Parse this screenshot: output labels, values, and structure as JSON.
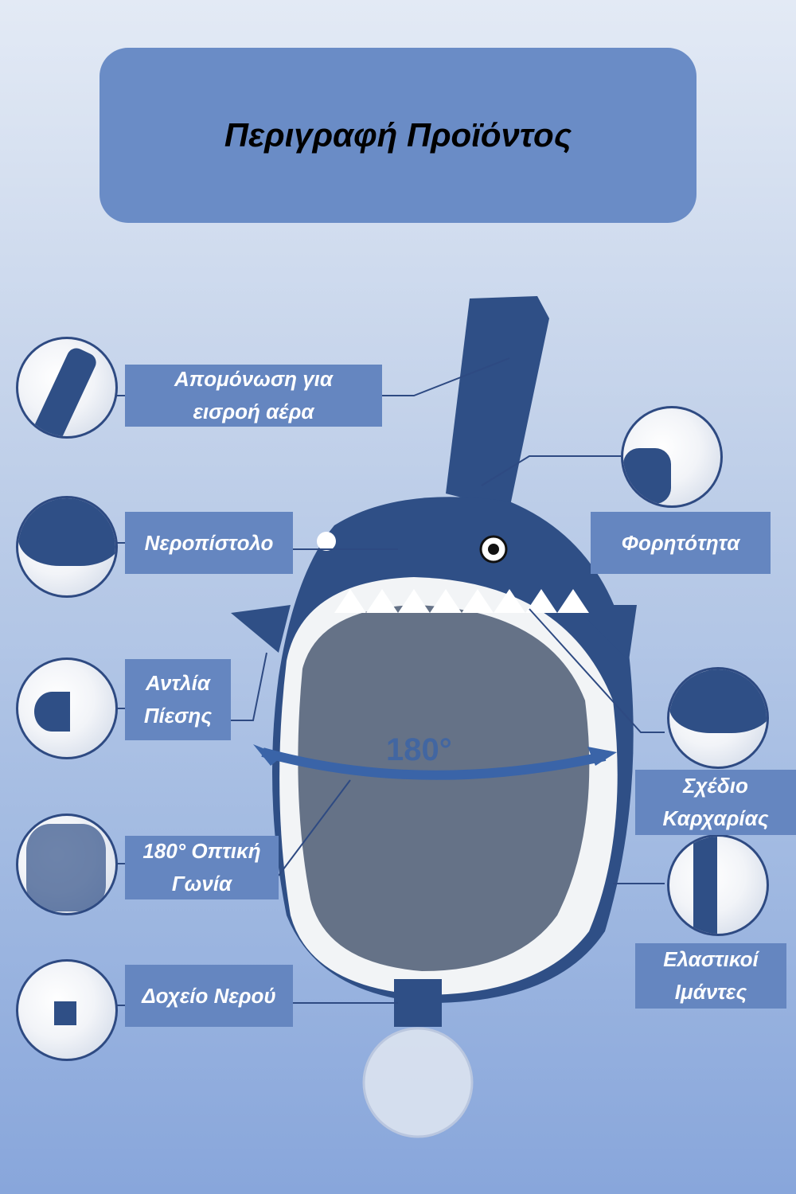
{
  "title": "Περιγραφή Προϊόντος",
  "angle_mark": "180°",
  "features": {
    "air_inlet": "Απομόνωση για εισροή αέρα",
    "water_gun": "Νεροπίστολο",
    "pump": "Αντλία Πίεσης",
    "view_angle": "180° Οπτική Γωνία",
    "water_tank": "Δοχείο Νερού",
    "portability": "Φορητότητα",
    "shark_design": "Σχέδιο Καρχαρίας",
    "straps": "Ελαστικοί Ιμάντες"
  },
  "colors": {
    "label_bg": "#6586c0",
    "mask_blue": "#2f4f86",
    "arrow": "#3a64a8"
  }
}
